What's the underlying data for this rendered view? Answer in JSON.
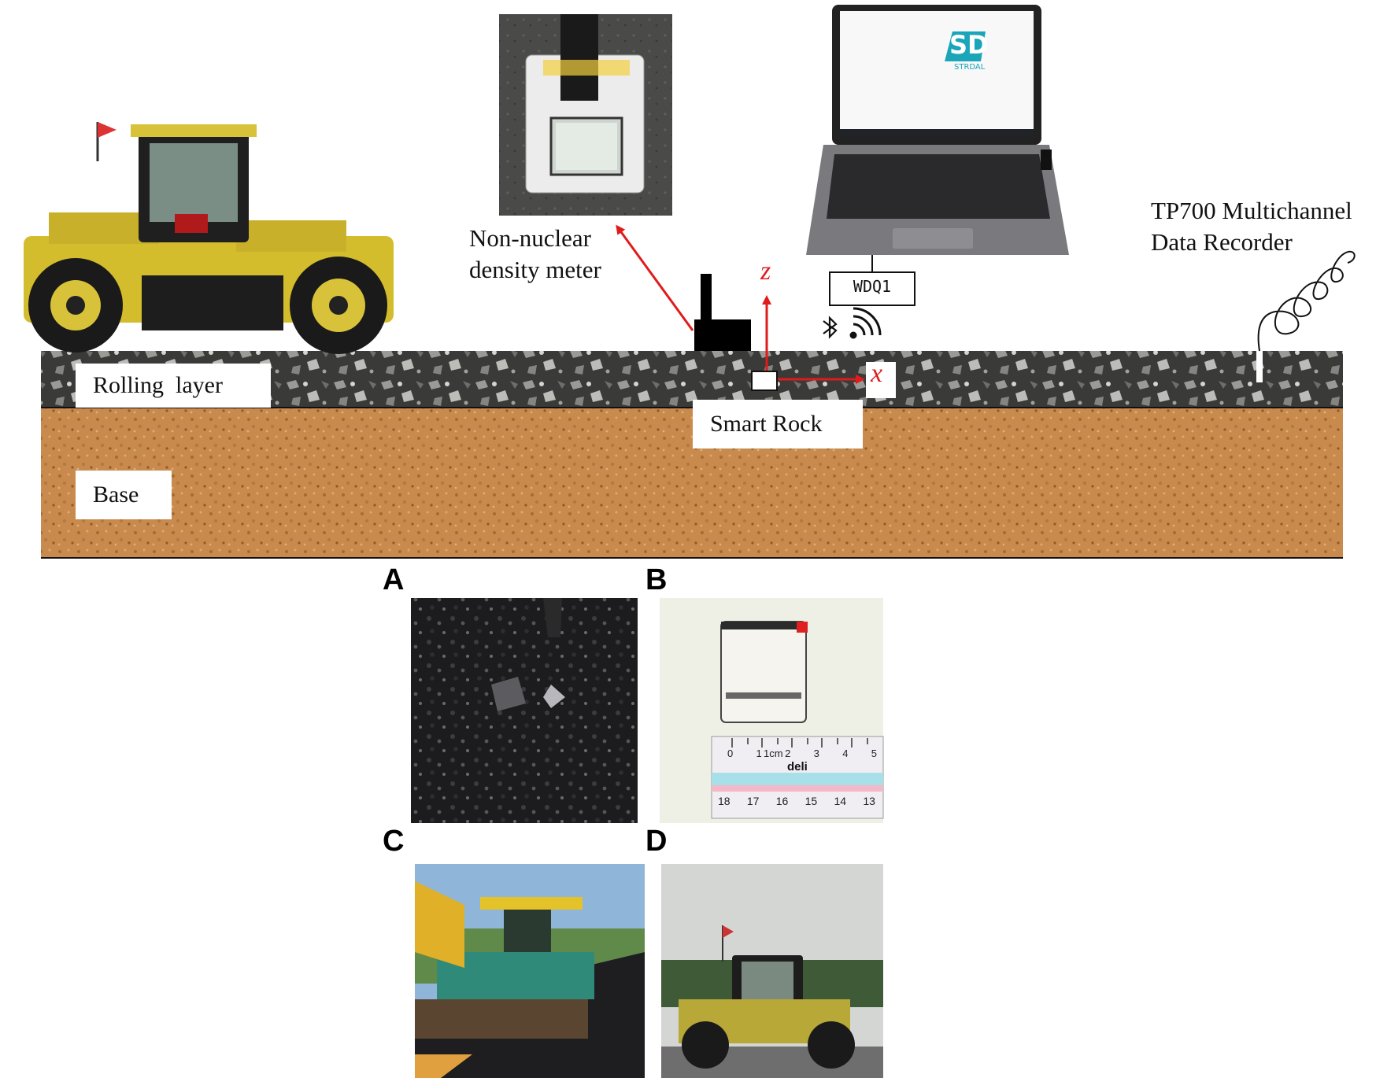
{
  "layers": {
    "rolling_layer_label": "Rolling  layer",
    "base_label": "Base",
    "smart_rock_label": "Smart Rock"
  },
  "instruments": {
    "density_meter_line1": "Non-nuclear",
    "density_meter_line2": "density meter",
    "recorder_line1": "TP700 Multichannel",
    "recorder_line2": "Data Recorder",
    "gateway_label": "WDQ1",
    "laptop_logo": "SD",
    "laptop_logo_sub": "STRDAL"
  },
  "axes": {
    "z": "z",
    "x": "x"
  },
  "panels": {
    "a": "A",
    "b": "B",
    "c": "C",
    "d": "D"
  },
  "ruler": {
    "brand": "deli",
    "unit": "1cm",
    "top_numbers": [
      "0",
      "1",
      "2",
      "3",
      "4",
      "5"
    ],
    "bottom_numbers": [
      "18",
      "17",
      "16",
      "15",
      "14",
      "13"
    ]
  },
  "colors": {
    "arrow_red": "#e01b1b",
    "base_soil": "#c98a4e",
    "asphalt": "#3a3a38",
    "roller_yellow": "#d8c23a"
  }
}
